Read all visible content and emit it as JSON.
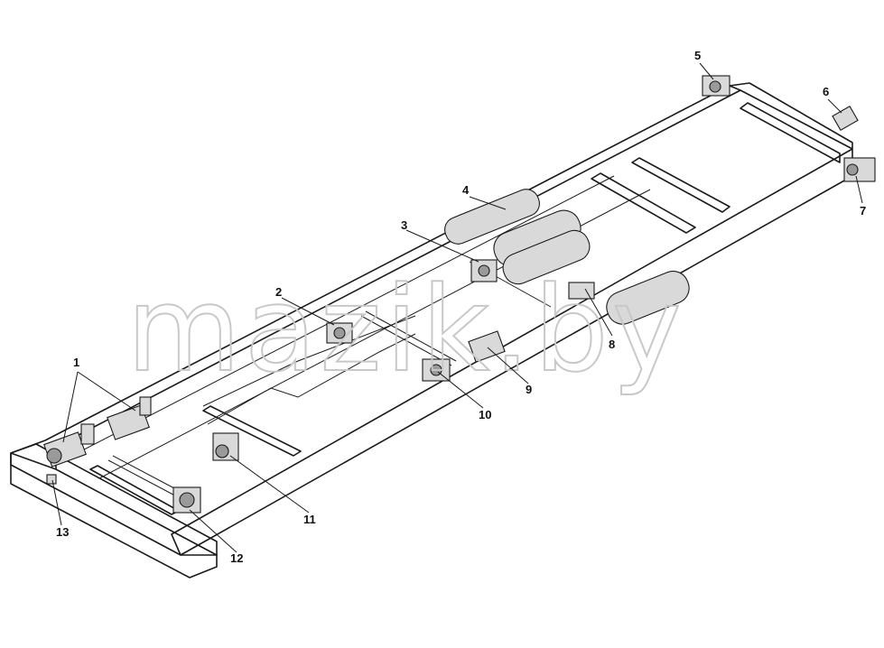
{
  "watermark": "mazik.by",
  "callouts": [
    {
      "id": "1",
      "label": "1"
    },
    {
      "id": "2",
      "label": "2"
    },
    {
      "id": "3",
      "label": "3"
    },
    {
      "id": "4",
      "label": "4"
    },
    {
      "id": "5",
      "label": "5"
    },
    {
      "id": "6",
      "label": "6"
    },
    {
      "id": "7",
      "label": "7"
    },
    {
      "id": "8",
      "label": "8"
    },
    {
      "id": "9",
      "label": "9"
    },
    {
      "id": "10",
      "label": "10"
    },
    {
      "id": "11",
      "label": "11"
    },
    {
      "id": "12",
      "label": "12"
    },
    {
      "id": "13",
      "label": "13"
    }
  ]
}
